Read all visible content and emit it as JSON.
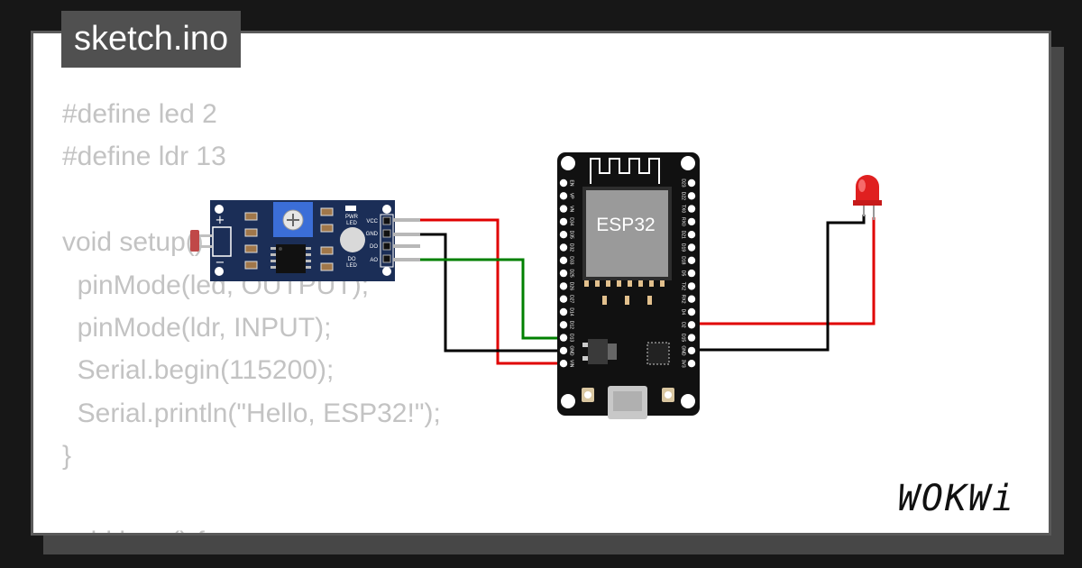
{
  "title": "sketch.ino",
  "code_lines": [
    "#define led 2",
    "#define ldr 13",
    "",
    "void setup() {",
    "  pinMode(led, OUTPUT);",
    "  pinMode(ldr, INPUT);",
    "  Serial.begin(115200);",
    "  Serial.println(\"Hello, ESP32!\");",
    "}",
    "",
    "void loop() {"
  ],
  "ldr_module": {
    "plus": "+",
    "minus": "−",
    "pwr_led_line1": "PWR",
    "pwr_led_line2": "LED",
    "do_led_line1": "DO",
    "do_led_line2": "LED",
    "pins": [
      "VCC",
      "GND",
      "DO",
      "AO"
    ]
  },
  "esp32": {
    "chip_label": "ESP32",
    "left_pins": [
      "EN",
      "VP",
      "VN",
      "D34",
      "D35",
      "D32",
      "D33",
      "D25",
      "D26",
      "D27",
      "D14",
      "D12",
      "D13",
      "GND",
      "VIN"
    ],
    "right_pins": [
      "D23",
      "D22",
      "TX0",
      "RX0",
      "D21",
      "D19",
      "D18",
      "D5",
      "TX2",
      "RX2",
      "D4",
      "D2",
      "D15",
      "GND",
      "3V3"
    ]
  },
  "brand": "WOKWi",
  "colors": {
    "background": "#171717",
    "card": "#ffffff",
    "code_text": "#c3c3c3",
    "title_bg": "#505050",
    "wire_red": "#e00000",
    "wire_black": "#000000",
    "wire_green": "#008000",
    "ldr_board": "#1b2e57",
    "esp32_board": "#111111"
  }
}
